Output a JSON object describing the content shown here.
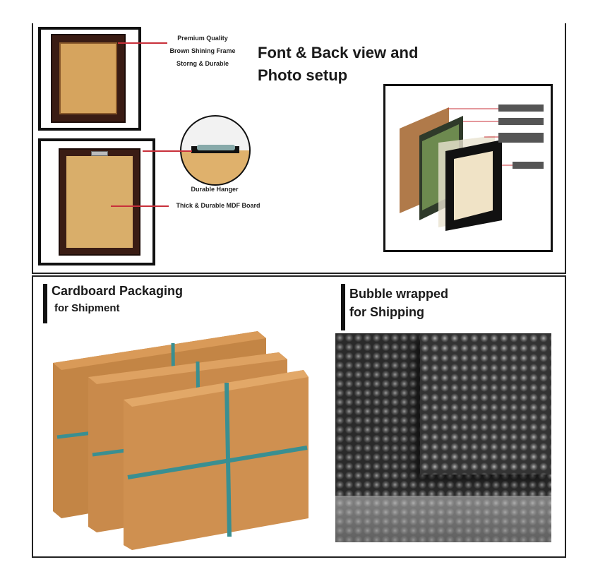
{
  "top_panel": {
    "title_line1": "Font & Back view and",
    "title_line2": "Photo setup",
    "front_labels": [
      "Premium Quality",
      "Brown Shining Frame",
      "Storng & Durable"
    ],
    "back_labels": {
      "hanger": "Durable Hanger",
      "board": "Thick & Durable MDF Board"
    },
    "exploded_labels": [
      "",
      "",
      "",
      ""
    ]
  },
  "bottom_left": {
    "title": "Cardboard Packaging",
    "subtitle": "for Shipment"
  },
  "bottom_right": {
    "title": "Bubble wrapped",
    "subtitle": "for Shipping"
  },
  "colors": {
    "frame_brown": "#3a1c14",
    "board_tan": "#d6a45e",
    "cardboard": "#c98a4b",
    "strap": "#3a8f91",
    "accent_red": "#c8303a"
  }
}
